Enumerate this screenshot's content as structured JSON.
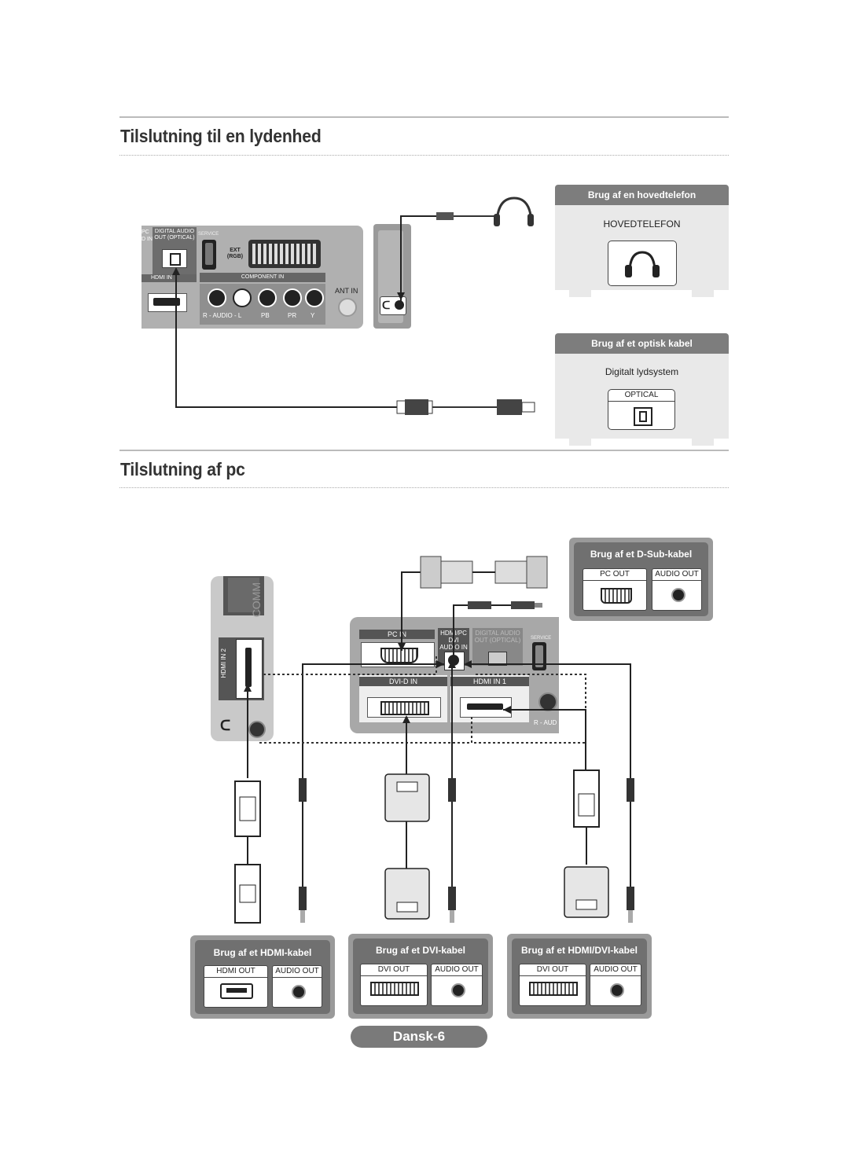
{
  "section1": {
    "title": "Tilslutning til en lydenhed",
    "headphone_card": {
      "header": "Brug af en hovedtelefon",
      "label": "HOVEDTELEFON"
    },
    "optical_card": {
      "header": "Brug af et optisk kabel",
      "label": "Digitalt lydsystem",
      "port": "OPTICAL"
    },
    "tv_panel": {
      "digital_audio": "DIGITAL AUDIO OUT (OPTICAL)",
      "service": "SERVICE",
      "ext": "EXT (RGB)",
      "hdmi_in": "HDMI IN",
      "component_in": "COMPONENT IN",
      "audio": "R - AUDIO - L",
      "pb": "PB",
      "pr": "PR",
      "y": "Y",
      "ant_in": "ANT IN",
      "pc_dvi": "PC D IN"
    }
  },
  "section2": {
    "title": "Tilslutning af pc",
    "dsub_card": {
      "header": "Brug af et D-Sub-kabel",
      "port1": "PC OUT",
      "port2": "AUDIO OUT"
    },
    "hdmi_card": {
      "header": "Brug af et HDMI-kabel",
      "port1": "HDMI OUT",
      "port2": "AUDIO OUT"
    },
    "dvi_card": {
      "header": "Brug af et DVI-kabel",
      "port1": "DVI OUT",
      "port2": "AUDIO OUT"
    },
    "hdmidvi_card": {
      "header": "Brug af et HDMI/DVI-kabel",
      "port1": "DVI OUT",
      "port2": "AUDIO OUT"
    },
    "tv_panel": {
      "pc_in": "PC IN",
      "hdmi_pc_audio": "HDMI/PC DVI AUDIO IN",
      "digital": "DIGITAL AUDIO OUT (OPTICAL)",
      "service": "SERVICE",
      "dvi_d_in": "DVI-D IN",
      "hdmi_in_1": "HDMI IN 1",
      "aud": "R - AUD",
      "hdmi_in_2": "HDMI IN 2",
      "comm": "COMM"
    }
  },
  "footer": {
    "page": "Dansk-6"
  }
}
